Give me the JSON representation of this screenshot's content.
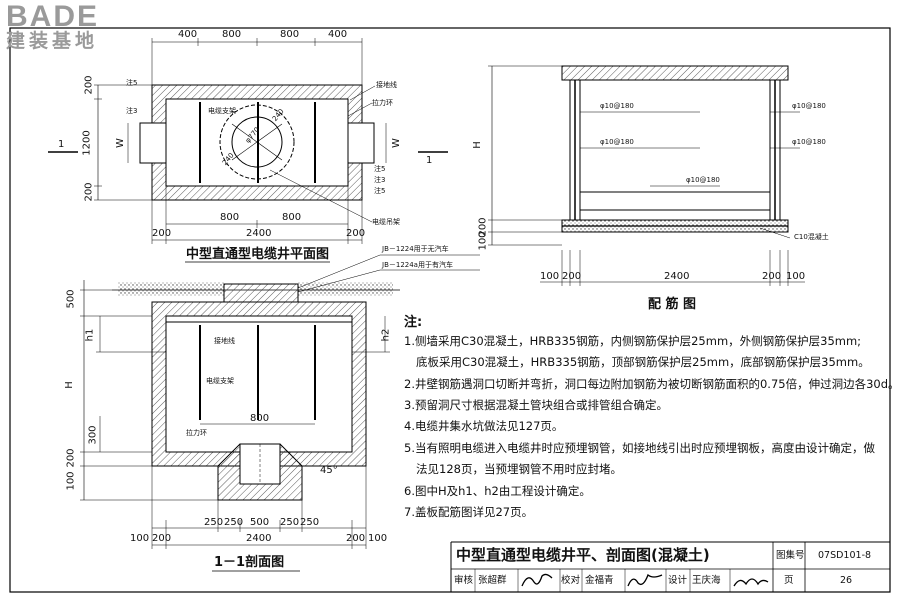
{
  "logo": {
    "brand": "BADE",
    "sub": "建装基地"
  },
  "plan": {
    "title": "中型直通型电缆井平面图",
    "dims_top": [
      "400",
      "800",
      "800",
      "400"
    ],
    "dims_left": [
      "200",
      "1200",
      "200"
    ],
    "w_label": "W",
    "section_mark": "1",
    "notes": [
      "注5",
      "注3",
      "注5",
      "注3",
      "注5"
    ],
    "labels": {
      "ground_wire": "接地线",
      "pull_ring": "拉力环",
      "bracket": "电缆支架",
      "hanger": "电缆吊架"
    },
    "hole_dims": [
      "240",
      "φ770",
      "240"
    ],
    "inner_bottom": [
      "800",
      "800"
    ],
    "bottom_total": "2400",
    "bottom_side": [
      "200",
      "200"
    ]
  },
  "section": {
    "title": "1－1剖面图",
    "cover_labels": [
      "JB－1224用于无汽车",
      "JB－1224a用于有汽车"
    ],
    "left_dims": [
      "500",
      "h1",
      "H",
      "300",
      "200",
      "100"
    ],
    "right_dims": [
      "h2"
    ],
    "labels": {
      "ground_wire": "接地线",
      "bracket": "电缆支架",
      "pull_ring": "拉力环"
    },
    "inner_dim": "800",
    "angle": "45°",
    "bottom_dims": [
      "250",
      "250",
      "500",
      "250",
      "250"
    ],
    "bottom_total": "2400",
    "bottom_side": [
      "100",
      "200",
      "200",
      "100"
    ]
  },
  "rebar": {
    "title": "配 筋 图",
    "spec": "φ10@180",
    "concrete": "C10混凝土",
    "left_dims": [
      "H",
      "200",
      "100"
    ],
    "bottom_total": "2400",
    "bottom_side": [
      "100",
      "200",
      "200",
      "100"
    ]
  },
  "notes": {
    "heading": "注:",
    "items": [
      "1.侧墙采用C30混凝土，HRB335钢筋，内侧钢筋保护层25mm，外侧钢筋保护层35mm;",
      "底板采用C30混凝土，HRB335钢筋，顶部钢筋保护层25mm，底部钢筋保护层35mm。",
      "2.井壁钢筋遇洞口切断并弯折，洞口每边附加钢筋为被切断钢筋面积的0.75倍，伸过洞边各30d。",
      "3.预留洞尺寸根据混凝土管块组合或排管组合确定。",
      "4.电缆井集水坑做法见127页。",
      "5.当有照明电缆进入电缆井时应预埋钢管，如接地线引出时应预埋钢板，高度由设计确定，做",
      "法见128页，当预埋钢管不用时应封堵。",
      "6.图中H及h1、h2由工程设计确定。",
      "7.盖板配筋图详见27页。"
    ]
  },
  "title_block": {
    "title": "中型直通型电缆井平、剖面图(混凝土)",
    "atlas_label": "图集号",
    "atlas_no": "07SD101-8",
    "reviewer_label": "审核",
    "reviewer": "张超群",
    "checker_label": "校对",
    "checker": "金福青",
    "designer_label": "设计",
    "designer": "王庆海",
    "page_label": "页",
    "page_no": "26"
  }
}
